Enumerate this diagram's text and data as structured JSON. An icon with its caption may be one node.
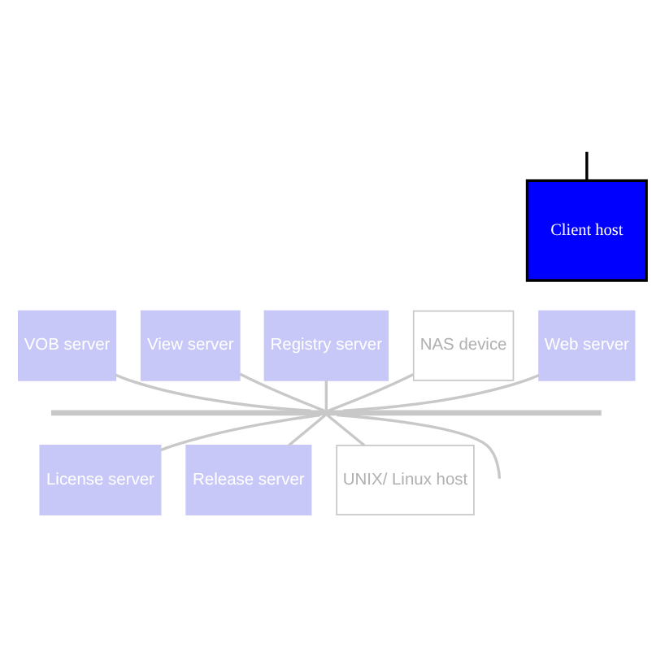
{
  "diagram": {
    "nodes": [
      {
        "text": [
          "Client host"
        ]
      },
      {
        "text": [
          "VOB server"
        ]
      },
      {
        "text": [
          "View server"
        ]
      },
      {
        "text": [
          "Web server"
        ]
      },
      {
        "text": [
          "Registry server"
        ]
      },
      {
        "text": [
          "NAS device"
        ]
      },
      {
        "text": [],
        "shape": "bar"
      },
      {
        "text": [
          "License server"
        ]
      },
      {
        "text": [
          "Release server"
        ]
      },
      {
        "text": [
          "UNIX/ Linux host"
        ]
      }
    ],
    "edges": [
      {
        "from": null,
        "to": 0,
        "arrow": "none",
        "color": "#000000"
      },
      {
        "from": 1,
        "to": 6,
        "arrow": "none"
      },
      {
        "from": 2,
        "to": 6,
        "arrow": "none"
      },
      {
        "from": 3,
        "to": 6,
        "arrow": "none"
      },
      {
        "from": 4,
        "to": 6,
        "arrow": "none"
      },
      {
        "from": 5,
        "to": 6,
        "arrow": "none"
      },
      {
        "from": 6,
        "to": null,
        "arrow": "none"
      },
      {
        "from": 6,
        "to": 7,
        "arrow": "none"
      },
      {
        "from": 6,
        "to": 8,
        "arrow": "none"
      },
      {
        "from": 6,
        "to": 9,
        "arrow": "none"
      }
    ]
  }
}
